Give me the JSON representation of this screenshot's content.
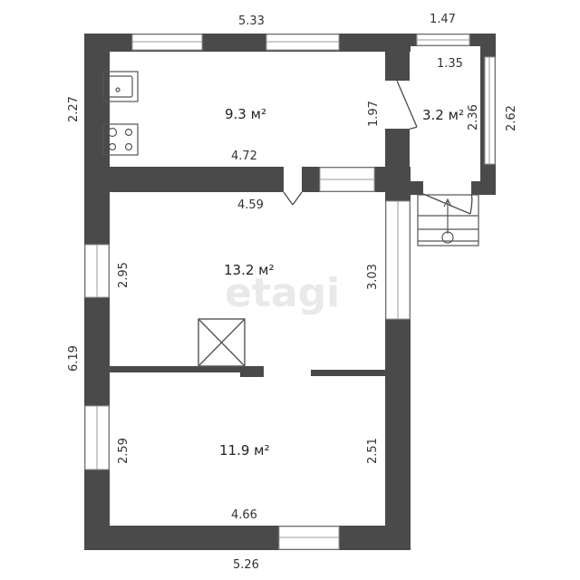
{
  "colors": {
    "wall": "#4a4a4a",
    "window_frame": "#9a9a9a",
    "fixture": "#555555",
    "watermark": "#e9e9e9",
    "text": "#333333"
  },
  "dimensions": {
    "top_main": "5.33",
    "top_vestibule": "1.47",
    "vestibule_inner_width": "1.35",
    "kitchen_left_height": "2.27",
    "kitchen_right_height": "1.97",
    "vestibule_inner_height": "2.36",
    "vestibule_right_height": "2.62",
    "kitchen_bottom_width": "4.72",
    "hall_top_width": "4.59",
    "room1_left_height": "2.95",
    "room1_right_height": "3.03",
    "left_total_height": "6.19",
    "room2_left_height": "2.59",
    "room2_right_height": "2.51",
    "room2_bottom_width": "4.66",
    "bottom_total": "5.26"
  },
  "rooms": {
    "kitchen": {
      "area": "9.3 м²"
    },
    "vestibule": {
      "area": "3.2 м²"
    },
    "room1": {
      "area": "13.2 м²"
    },
    "room2": {
      "area": "11.9 м²"
    }
  },
  "watermark": "etagi"
}
